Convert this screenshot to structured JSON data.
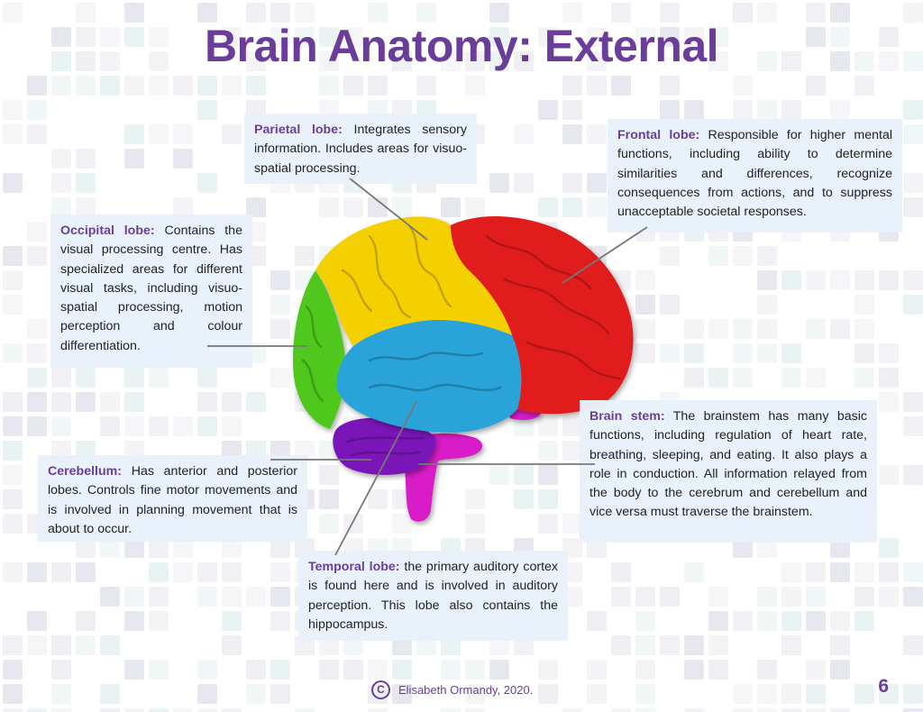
{
  "title": "Brain Anatomy: External",
  "callouts": {
    "parietal": {
      "term": "Parietal lobe:",
      "text": "Integrates sensory information. Includes areas for visuo-spatial processing."
    },
    "frontal": {
      "term": "Frontal lobe:",
      "text": "Responsible for higher mental functions, including ability to determine similarities and differences, recognize consequences from actions, and to suppress unacceptable societal responses."
    },
    "occipital": {
      "term": "Occipital lobe:",
      "text": "Contains the visual processing centre. Has specialized areas for different visual tasks, including visuo-spatial processing, motion perception and colour differentiation."
    },
    "cerebellum": {
      "term": "Cerebellum:",
      "text": "Has anterior and posterior lobes. Controls fine motor movements and is involved in planning movement that is about to occur."
    },
    "brainstem": {
      "term": "Brain stem:",
      "text": "The brainstem has many basic functions, including regulation of heart rate, breathing, sleeping, and eating. It also plays a role in conduction. All information relayed from the body to the cerebrum and cerebellum and vice versa must traverse the brainstem."
    },
    "temporal": {
      "term": "Temporal lobe:",
      "text": "the primary auditory cortex is found here and is involved in auditory perception. This lobe also contains the hippocampus."
    }
  },
  "colors": {
    "accent": "#6a3d9a",
    "callout_bg": "#e8f1fb",
    "frontal": "#e01c1c",
    "parietal": "#f5d000",
    "occipital": "#4fc71e",
    "temporal": "#2aa3d8",
    "cerebellum": "#7a16b8",
    "brainstem": "#d81ec8"
  },
  "icons": {
    "copyright": "copyright-icon"
  },
  "footer": {
    "copyright_symbol": "C",
    "credit": "Elisabeth Ormandy, 2020.",
    "page_number": "6"
  }
}
